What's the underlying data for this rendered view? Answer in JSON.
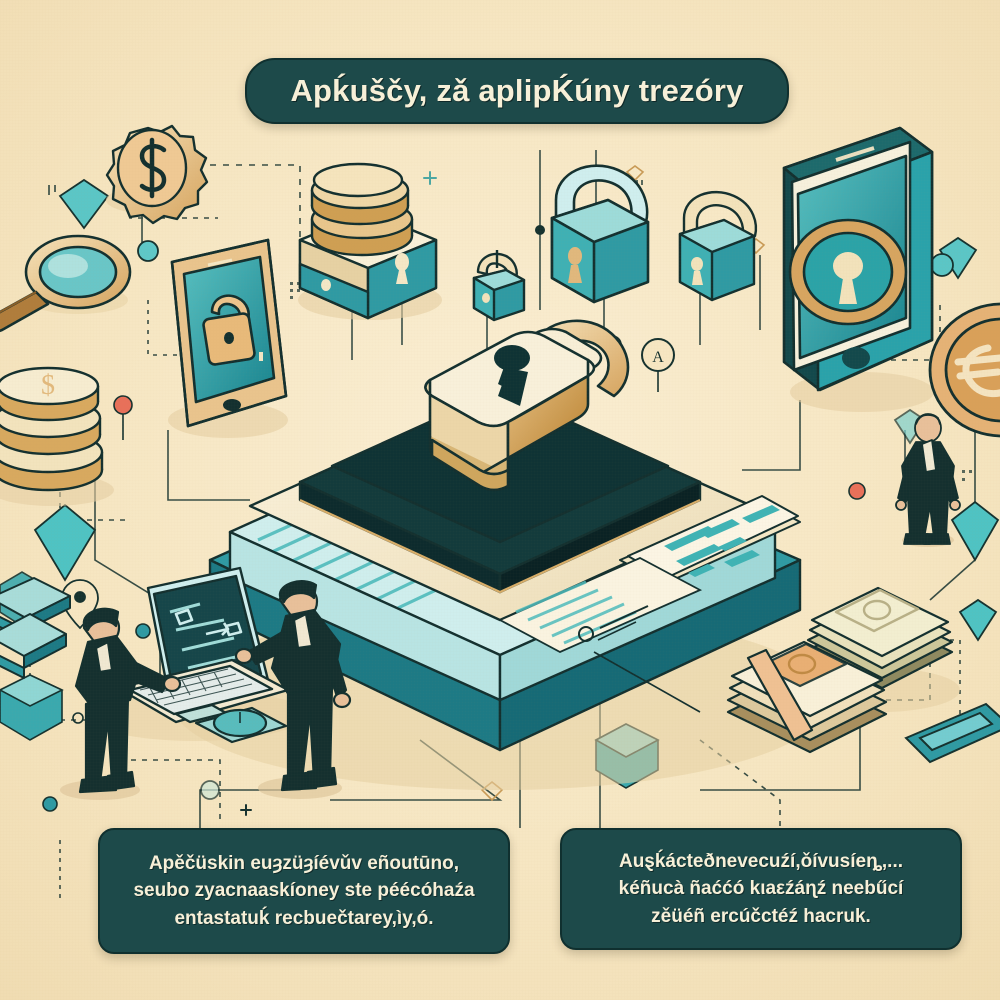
{
  "page": {
    "kind": "isometric-infographic",
    "topic": "application-vaults-security"
  },
  "colors": {
    "background": "#f6e6c2",
    "box_fill": "#1d4a4a",
    "box_text": "#f7f0d8",
    "teal": "#2f9aa3",
    "teal_dark": "#15494c",
    "teal_light": "#8fd6d4",
    "gold": "#e3b472",
    "gold_light": "#f4dfae",
    "cream": "#f7efd7",
    "ink": "#14302f",
    "red_dot": "#e8705a"
  },
  "title": {
    "text": "Apḱuščy, zǎ aplipḰúny trezóry"
  },
  "captions": {
    "left": {
      "lines": [
        "Apěčüskin euȝzüȝíévǔv eñoutūno,",
        "seubo zyacnaaskíoney ste péécóhaźa",
        "entastatuḱ recbuečtarey,ìy,ó."
      ]
    },
    "right": {
      "lines": [
        "Auȿḱácteðnevecuźí,ǒívusíeȵ,...",
        "kéñucà ñaććó kιaεźáɳź neebűcí",
        "zěüéñ ercúčctéź hacruk."
      ]
    }
  },
  "scene": {
    "icons": [
      {
        "name": "gear-dollar-icon",
        "label": "$"
      },
      {
        "name": "magnifier-icon",
        "label": ""
      },
      {
        "name": "tablet-lock-icon",
        "label": ""
      },
      {
        "name": "coin-stack-left-icon",
        "label": "$"
      },
      {
        "name": "coins-on-box-icon",
        "label": ""
      },
      {
        "name": "padlock-small-icon",
        "label": ""
      },
      {
        "name": "padlock-large-icon",
        "label": ""
      },
      {
        "name": "padlock-medium-icon",
        "label": ""
      },
      {
        "name": "smartphone-key-icon",
        "label": ""
      },
      {
        "name": "euro-coin-icon",
        "label": ""
      },
      {
        "name": "central-vault-icon",
        "label": ""
      },
      {
        "name": "central-padlock-icon",
        "label": ""
      },
      {
        "name": "document-sheet-icon",
        "label": ""
      },
      {
        "name": "laptop-icon",
        "label": ""
      },
      {
        "name": "mouse-icon",
        "label": ""
      },
      {
        "name": "businessman-left-icon",
        "label": ""
      },
      {
        "name": "businessman-mid-icon",
        "label": ""
      },
      {
        "name": "businessman-right-icon",
        "label": ""
      },
      {
        "name": "banknote-stack-icon",
        "label": ""
      },
      {
        "name": "phone-flat-icon",
        "label": ""
      },
      {
        "name": "diamond-gem-icon",
        "label": ""
      },
      {
        "name": "copyright-badge-icon",
        "label": "A"
      },
      {
        "name": "map-pin-icon",
        "label": ""
      }
    ]
  }
}
